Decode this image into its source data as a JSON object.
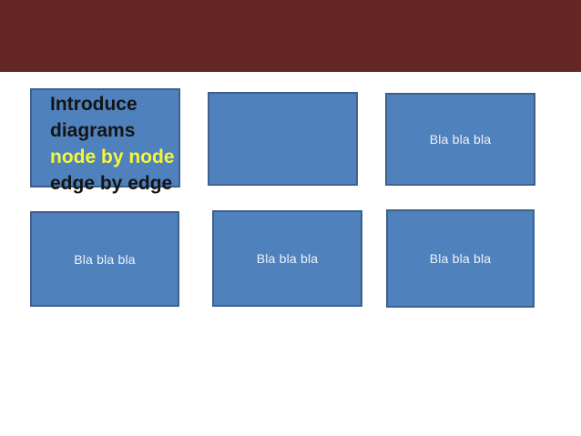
{
  "colors": {
    "header_band": "#652723",
    "box_fill": "#4f81bd",
    "box_border": "#3c618c",
    "background": "#ffffff",
    "highlight_text": "#f7f733",
    "dark_text": "#141414",
    "light_text": "#eef3f9"
  },
  "intro_box": {
    "line1": "Introduce",
    "line2": "diagrams",
    "line3": "node by node",
    "line4": "edge by edge"
  },
  "boxes": {
    "top_middle": {
      "label": ""
    },
    "top_right": {
      "label": "Bla bla bla"
    },
    "bottom_left": {
      "label": "Bla bla bla"
    },
    "bottom_middle": {
      "label": "Bla bla bla"
    },
    "bottom_right": {
      "label": "Bla bla bla"
    }
  }
}
